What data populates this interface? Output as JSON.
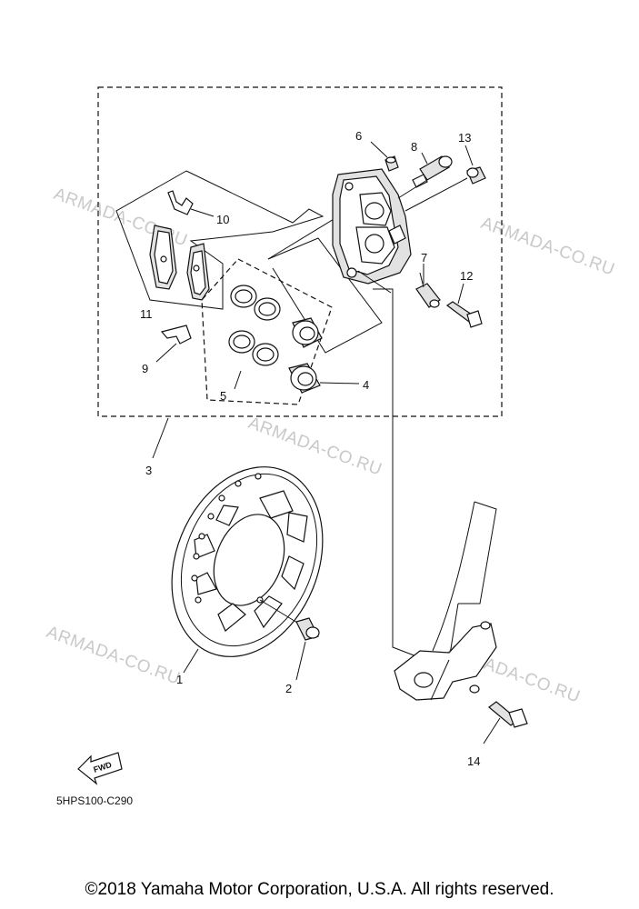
{
  "callouts": {
    "c1": "1",
    "c2": "2",
    "c3": "3",
    "c4": "4",
    "c5": "5",
    "c6": "6",
    "c7": "7",
    "c8": "8",
    "c9": "9",
    "c10": "10",
    "c11": "11",
    "c12": "12",
    "c13": "13",
    "c14": "14"
  },
  "watermark": "ARMADA-CO.RU",
  "fwd_label": "FWD",
  "diagram_code": "5HPS100-C290",
  "copyright": "©2018 Yamaha Motor Corporation, U.S.A. All rights reserved."
}
